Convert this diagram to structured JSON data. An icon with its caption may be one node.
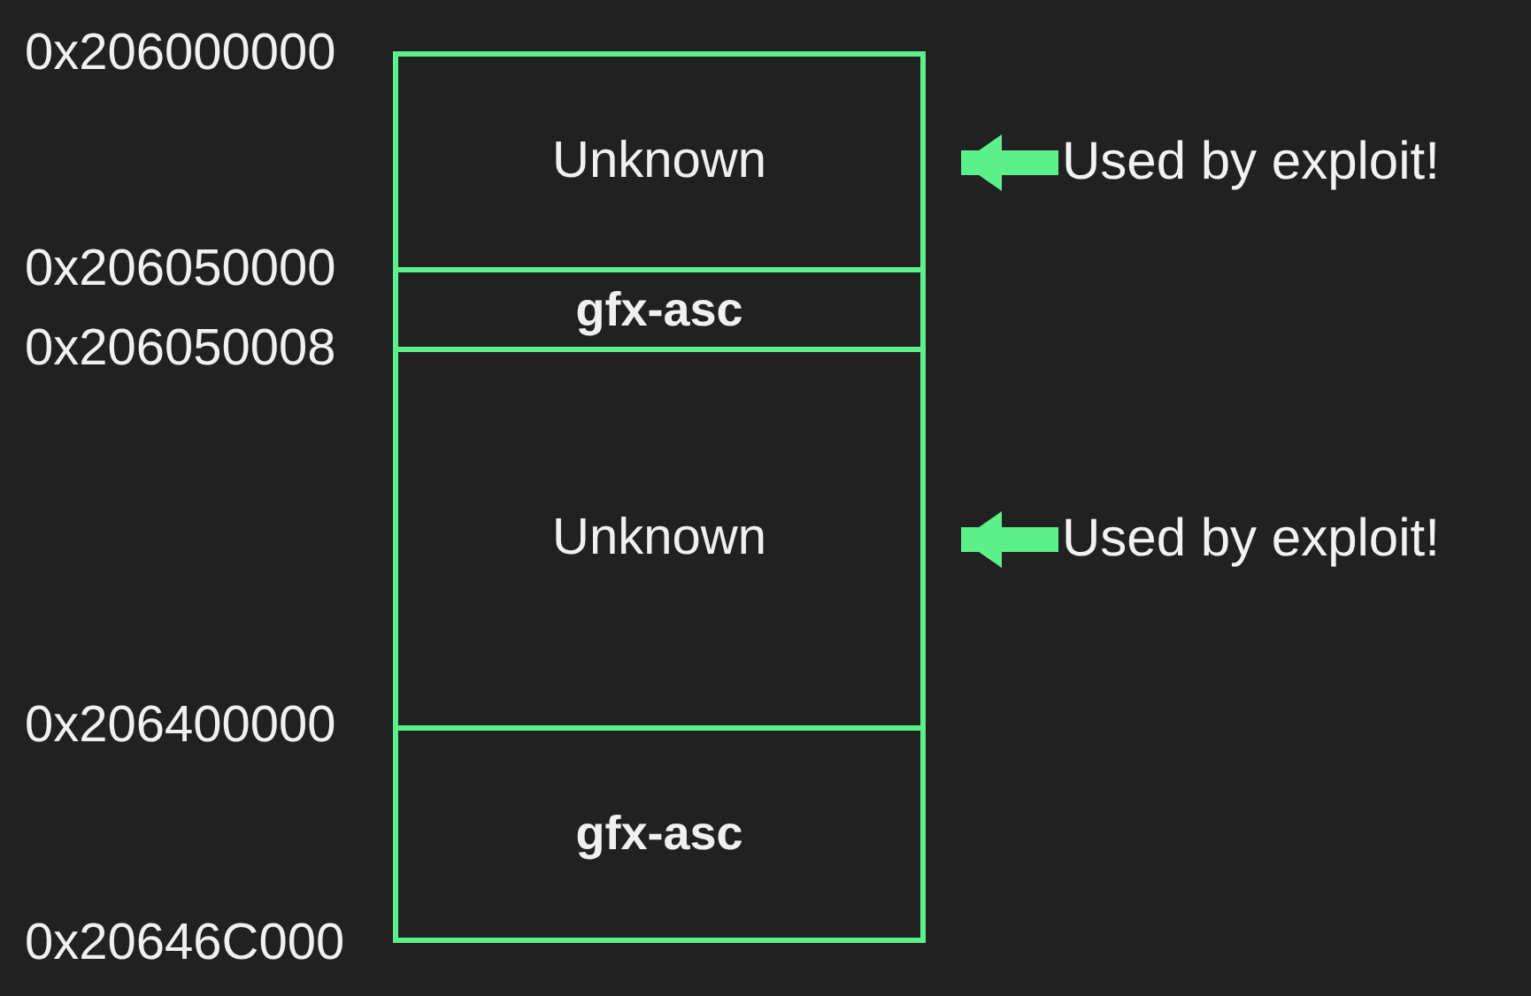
{
  "diagram": {
    "nodes": [
      {
        "text": [
          "Unknown"
        ]
      },
      {
        "text": [
          "gfx-asc"
        ]
      },
      {
        "text": [
          "Unknown"
        ]
      },
      {
        "text": [
          "gfx-asc"
        ]
      },
      {
        "text": [
          "Used by exploit!"
        ]
      },
      {
        "text": [
          "Used by exploit!"
        ]
      }
    ],
    "edges": [
      {
        "from": 4,
        "to": 0,
        "arrow": "to"
      },
      {
        "from": 5,
        "to": 2,
        "arrow": "to"
      }
    ],
    "labels": [
      "0x206000000",
      "0x206050000",
      "0x206050008",
      "0x206400000",
      "0x20646C000"
    ]
  }
}
